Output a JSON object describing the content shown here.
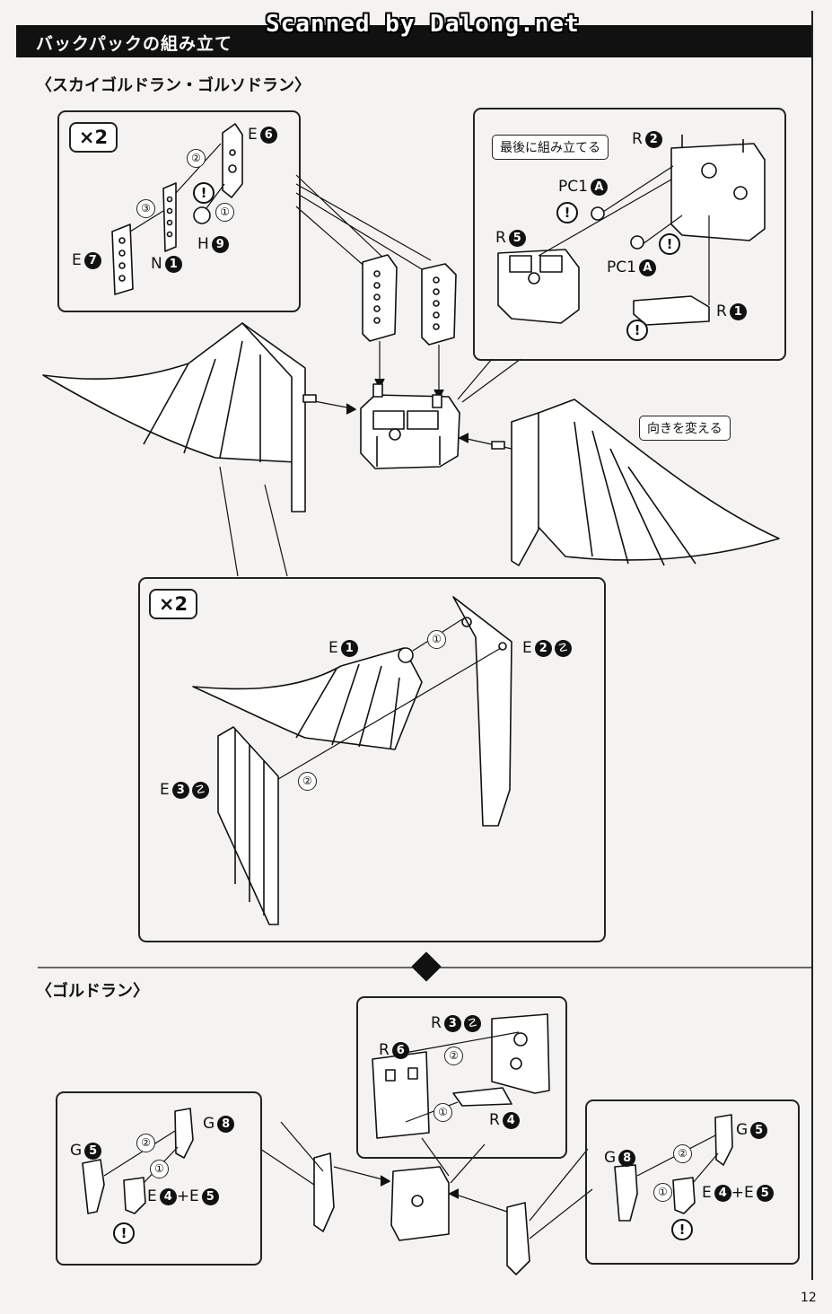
{
  "header": {
    "title": "バックパックの組み立て",
    "watermark": "Scanned by Dalong.net"
  },
  "sections": {
    "skygoldran": "〈スカイゴルドラン・ゴルソドラン〉",
    "goldran": "〈ゴルドラン〉"
  },
  "multipliers": {
    "x2": "×2"
  },
  "notes": {
    "last_assembly": "最後に組み立てる",
    "change_direction": "向きを変える"
  },
  "steps": {
    "one": "①",
    "two": "②",
    "three": "③"
  },
  "warning_symbol": "!",
  "parts": {
    "box1": [
      {
        "letter": "E",
        "num": "6"
      },
      {
        "letter": "E",
        "num": "7"
      },
      {
        "letter": "N",
        "num": "1"
      },
      {
        "letter": "H",
        "num": "9"
      }
    ],
    "box2": [
      {
        "letter": "R",
        "num": "2"
      },
      {
        "letter": "PC1",
        "num": "A"
      },
      {
        "letter": "R",
        "num": "5"
      },
      {
        "letter": "PC1",
        "num": "A"
      },
      {
        "letter": "R",
        "num": "1"
      }
    ],
    "box3": [
      {
        "letter": "E",
        "num": "1"
      },
      {
        "letter": "E",
        "num": "2",
        "mark": "☡"
      },
      {
        "letter": "E",
        "num": "3",
        "mark": "☡"
      }
    ],
    "goldran_center": [
      {
        "letter": "R",
        "num": "3",
        "mark": "☡"
      },
      {
        "letter": "R",
        "num": "6"
      },
      {
        "letter": "R",
        "num": "4"
      }
    ],
    "goldran_left": [
      {
        "letter": "G",
        "num": "8"
      },
      {
        "letter": "G",
        "num": "5"
      },
      {
        "letter": "E",
        "num": "4"
      },
      {
        "letter": "E",
        "num": "5"
      }
    ],
    "goldran_right": [
      {
        "letter": "G",
        "num": "5"
      },
      {
        "letter": "G",
        "num": "8"
      },
      {
        "letter": "E",
        "num": "4"
      },
      {
        "letter": "E",
        "num": "5"
      }
    ]
  },
  "plus": "+",
  "page_number": "12"
}
